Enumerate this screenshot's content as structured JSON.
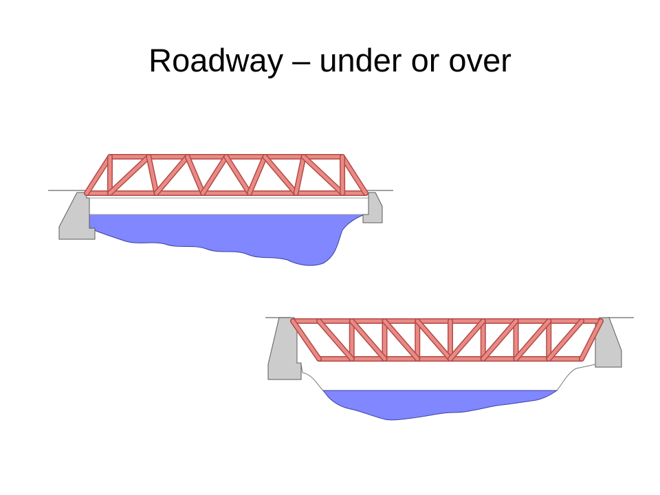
{
  "slide": {
    "title": "Roadway – under or over"
  },
  "colors": {
    "truss": "#e98a86",
    "truss_outline": "#b24a44",
    "water": "#8087ff",
    "water_outline": "#3b3f9e",
    "abutment": "#cccccc",
    "abutment_outline": "#5a5a5a",
    "ground_line": "#808080",
    "deck": "#ffffff"
  },
  "diagrams": [
    {
      "name": "through-truss-bridge",
      "roadway": "under",
      "panels": 6
    },
    {
      "name": "deck-truss-bridge",
      "roadway": "over",
      "panels": 8
    }
  ]
}
